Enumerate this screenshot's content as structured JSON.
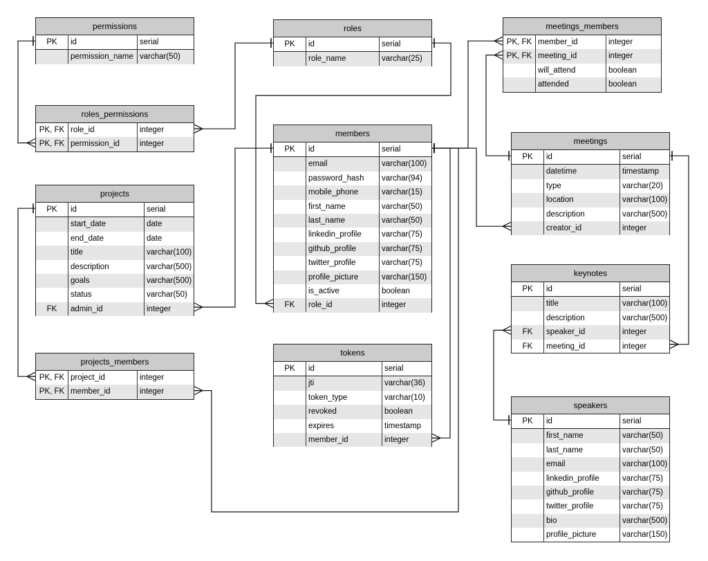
{
  "tables": {
    "permissions": {
      "title": "permissions",
      "rows": [
        {
          "key": "PK",
          "name": "id",
          "type": "serial"
        },
        {
          "key": "",
          "name": "permission_name",
          "type": "varchar(50)"
        }
      ]
    },
    "roles": {
      "title": "roles",
      "rows": [
        {
          "key": "PK",
          "name": "id",
          "type": "serial"
        },
        {
          "key": "",
          "name": "role_name",
          "type": "varchar(25)"
        }
      ]
    },
    "meetings_members": {
      "title": "meetings_members",
      "rows": [
        {
          "key": "PK, FK",
          "name": "member_id",
          "type": "integer"
        },
        {
          "key": "PK, FK",
          "name": "meeting_id",
          "type": "integer"
        },
        {
          "key": "",
          "name": "will_attend",
          "type": "boolean"
        },
        {
          "key": "",
          "name": "attended",
          "type": "boolean"
        }
      ]
    },
    "roles_permissions": {
      "title": "roles_permissions",
      "rows": [
        {
          "key": "PK, FK",
          "name": "role_id",
          "type": "integer"
        },
        {
          "key": "PK, FK",
          "name": "permission_id",
          "type": "integer"
        }
      ]
    },
    "members": {
      "title": "members",
      "rows": [
        {
          "key": "PK",
          "name": "id",
          "type": "serial"
        },
        {
          "key": "",
          "name": "email",
          "type": "varchar(100)"
        },
        {
          "key": "",
          "name": "password_hash",
          "type": "varchar(94)"
        },
        {
          "key": "",
          "name": "mobile_phone",
          "type": "varchar(15)"
        },
        {
          "key": "",
          "name": "first_name",
          "type": "varchar(50)"
        },
        {
          "key": "",
          "name": "last_name",
          "type": "varchar(50)"
        },
        {
          "key": "",
          "name": "linkedin_profile",
          "type": "varchar(75)"
        },
        {
          "key": "",
          "name": "github_profile",
          "type": "varchar(75)"
        },
        {
          "key": "",
          "name": "twitter_profile",
          "type": "varchar(75)"
        },
        {
          "key": "",
          "name": "profile_picture",
          "type": "varchar(150)"
        },
        {
          "key": "",
          "name": "is_active",
          "type": "boolean"
        },
        {
          "key": "FK",
          "name": "role_id",
          "type": "integer"
        }
      ]
    },
    "meetings": {
      "title": "meetings",
      "rows": [
        {
          "key": "PK",
          "name": "id",
          "type": "serial"
        },
        {
          "key": "",
          "name": "datetime",
          "type": "timestamp"
        },
        {
          "key": "",
          "name": "type",
          "type": "varchar(20)"
        },
        {
          "key": "",
          "name": "location",
          "type": "varchar(100)"
        },
        {
          "key": "",
          "name": "description",
          "type": "varchar(500)"
        },
        {
          "key": "",
          "name": "creator_id",
          "type": "integer"
        }
      ]
    },
    "projects": {
      "title": "projects",
      "rows": [
        {
          "key": "PK",
          "name": "id",
          "type": "serial"
        },
        {
          "key": "",
          "name": "start_date",
          "type": "date"
        },
        {
          "key": "",
          "name": "end_date",
          "type": "date"
        },
        {
          "key": "",
          "name": "title",
          "type": "varchar(100)"
        },
        {
          "key": "",
          "name": "description",
          "type": "varchar(500)"
        },
        {
          "key": "",
          "name": "goals",
          "type": "varchar(500)"
        },
        {
          "key": "",
          "name": "status",
          "type": "varchar(50)"
        },
        {
          "key": "FK",
          "name": "admin_id",
          "type": "integer"
        }
      ]
    },
    "keynotes": {
      "title": "keynotes",
      "rows": [
        {
          "key": "PK",
          "name": "id",
          "type": "serial"
        },
        {
          "key": "",
          "name": "title",
          "type": "varchar(100)"
        },
        {
          "key": "",
          "name": "description",
          "type": "varchar(500)"
        },
        {
          "key": "FK",
          "name": "speaker_id",
          "type": "integer"
        },
        {
          "key": "FK",
          "name": "meeting_id",
          "type": "integer"
        }
      ]
    },
    "projects_members": {
      "title": "projects_members",
      "rows": [
        {
          "key": "PK, FK",
          "name": "project_id",
          "type": "integer"
        },
        {
          "key": "PK, FK",
          "name": "member_id",
          "type": "integer"
        }
      ]
    },
    "tokens": {
      "title": "tokens",
      "rows": [
        {
          "key": "PK",
          "name": "id",
          "type": "serial"
        },
        {
          "key": "",
          "name": "jti",
          "type": "varchar(36)"
        },
        {
          "key": "",
          "name": "token_type",
          "type": "varchar(10)"
        },
        {
          "key": "",
          "name": "revoked",
          "type": "boolean"
        },
        {
          "key": "",
          "name": "expires",
          "type": "timestamp"
        },
        {
          "key": "",
          "name": "member_id",
          "type": "integer"
        }
      ]
    },
    "speakers": {
      "title": "speakers",
      "rows": [
        {
          "key": "PK",
          "name": "id",
          "type": "serial"
        },
        {
          "key": "",
          "name": "first_name",
          "type": "varchar(50)"
        },
        {
          "key": "",
          "name": "last_name",
          "type": "varchar(50)"
        },
        {
          "key": "",
          "name": "email",
          "type": "varchar(100)"
        },
        {
          "key": "",
          "name": "linkedin_profile",
          "type": "varchar(75)"
        },
        {
          "key": "",
          "name": "github_profile",
          "type": "varchar(75)"
        },
        {
          "key": "",
          "name": "twitter_profile",
          "type": "varchar(75)"
        },
        {
          "key": "",
          "name": "bio",
          "type": "varchar(500)"
        },
        {
          "key": "",
          "name": "profile_picture",
          "type": "varchar(150)"
        }
      ]
    }
  },
  "relationships": [
    {
      "name": "permissions-to-roles_permissions",
      "from": "permissions.id",
      "to": "roles_permissions.permission_id",
      "cardinality": "one-to-many"
    },
    {
      "name": "roles-to-roles_permissions",
      "from": "roles.id",
      "to": "roles_permissions.role_id",
      "cardinality": "one-to-many"
    },
    {
      "name": "roles-to-members",
      "from": "roles.id",
      "to": "members.role_id",
      "cardinality": "one-to-many"
    },
    {
      "name": "members-to-projects",
      "from": "members.id",
      "to": "projects.admin_id",
      "cardinality": "one-to-many"
    },
    {
      "name": "projects-to-projects_members",
      "from": "projects.id",
      "to": "projects_members.project_id",
      "cardinality": "one-to-many"
    },
    {
      "name": "members-to-projects_members",
      "from": "members.id",
      "to": "projects_members.member_id",
      "cardinality": "one-to-many"
    },
    {
      "name": "members-to-meetings_members",
      "from": "members.id",
      "to": "meetings_members.member_id",
      "cardinality": "one-to-many"
    },
    {
      "name": "meetings-to-meetings_members",
      "from": "meetings.id",
      "to": "meetings_members.meeting_id",
      "cardinality": "one-to-many"
    },
    {
      "name": "members-to-meetings",
      "from": "members.id",
      "to": "meetings.creator_id",
      "cardinality": "one-to-many"
    },
    {
      "name": "meetings-to-keynotes",
      "from": "meetings.id",
      "to": "keynotes.meeting_id",
      "cardinality": "one-to-many"
    },
    {
      "name": "speakers-to-keynotes",
      "from": "speakers.id",
      "to": "keynotes.speaker_id",
      "cardinality": "one-to-many"
    },
    {
      "name": "members-to-tokens",
      "from": "members.id",
      "to": "tokens.member_id",
      "cardinality": "one-to-many"
    }
  ]
}
